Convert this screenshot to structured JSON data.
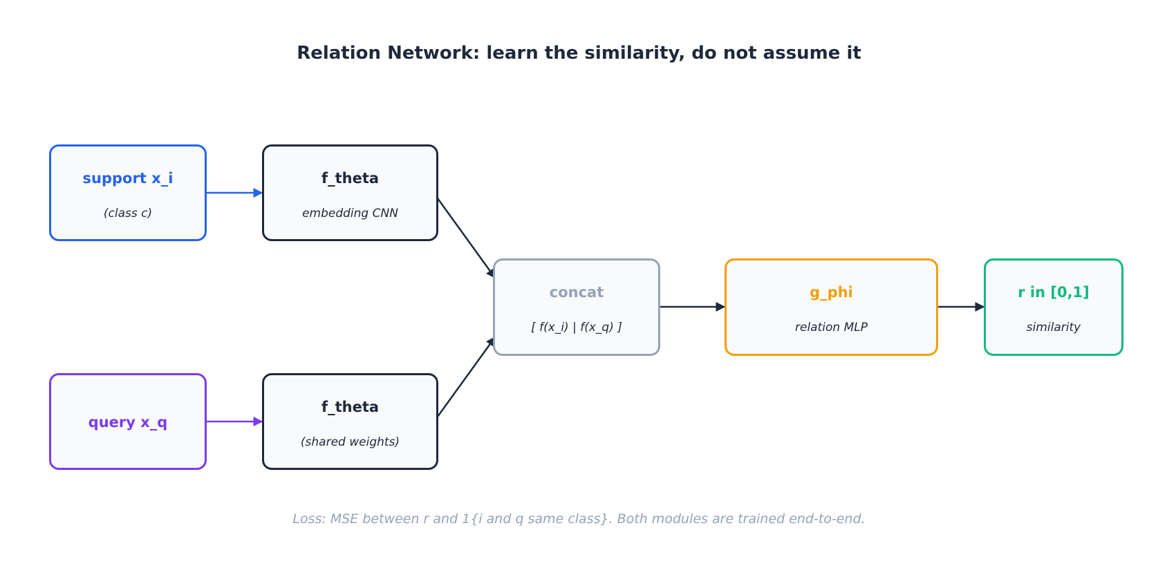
{
  "title": "Relation Network: learn the similarity, do not assume it",
  "nodes": {
    "support": {
      "label": "support  x_i",
      "sub": "(class c)",
      "color": "#2563eb"
    },
    "embed_top": {
      "label": "f_theta",
      "sub": "embedding CNN",
      "color": "#1e293b"
    },
    "query": {
      "label": "query  x_q",
      "sub": "",
      "color": "#7c3aed"
    },
    "embed_bottom": {
      "label": "f_theta",
      "sub": "(shared weights)",
      "color": "#1e293b"
    },
    "concat": {
      "label": "concat",
      "sub": "[ f(x_i) | f(x_q) ]",
      "color": "#94a3b8"
    },
    "relation": {
      "label": "g_phi",
      "sub": "relation MLP",
      "color": "#f59e0b"
    },
    "output": {
      "label": "r in [0,1]",
      "sub": "similarity",
      "color": "#10b981"
    }
  },
  "edges": [
    {
      "from": "support",
      "to": "embed_top",
      "color": "#2563eb"
    },
    {
      "from": "query",
      "to": "embed_bottom",
      "color": "#7c3aed"
    },
    {
      "from": "embed_top",
      "to": "concat",
      "color": "#1e293b"
    },
    {
      "from": "embed_bottom",
      "to": "concat",
      "color": "#1e293b"
    },
    {
      "from": "concat",
      "to": "relation",
      "color": "#1e293b"
    },
    {
      "from": "relation",
      "to": "output",
      "color": "#1e293b"
    }
  ],
  "footer": "Loss: MSE between r and 1{i and q same class}.  Both modules are trained end-to-end."
}
